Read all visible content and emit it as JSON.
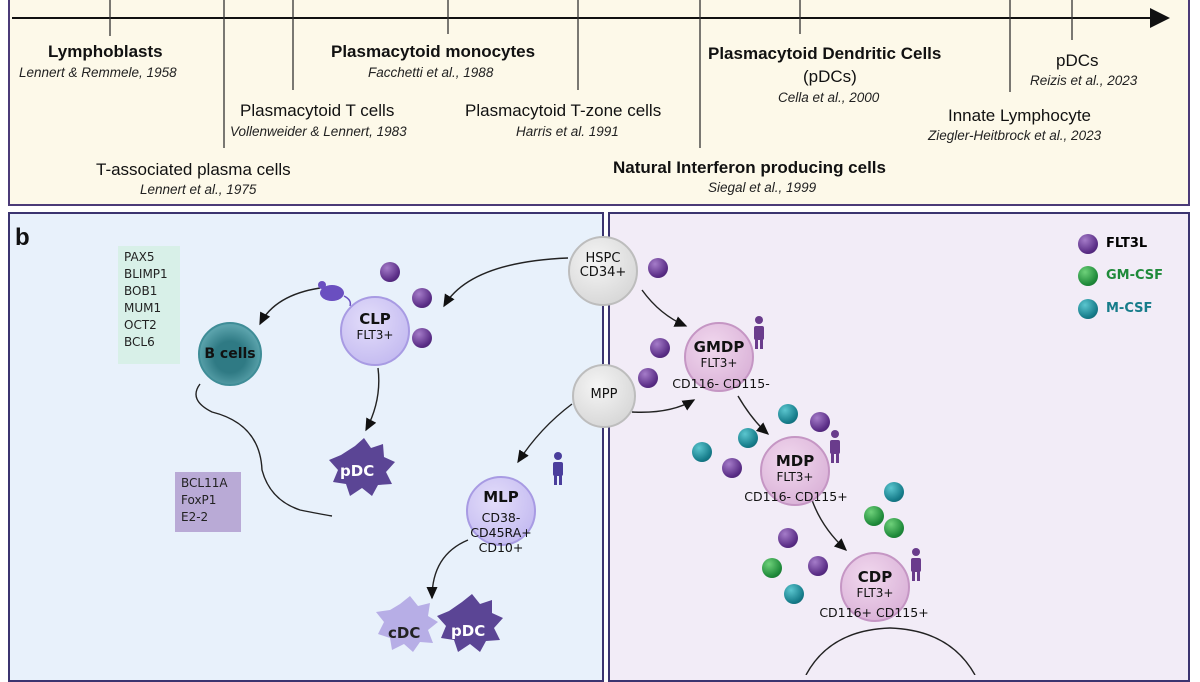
{
  "panel_a": {
    "events": [
      {
        "title": "Lymphoblasts",
        "cite": "Lennert & Remmele, 1958"
      },
      {
        "title": "T-associated plasma cells",
        "cite": "Lennert et al., 1975"
      },
      {
        "title": "Plasmacytoid T cells",
        "cite": "Vollenweider & Lennert, 1983"
      },
      {
        "title": "Plasmacytoid monocytes",
        "cite": "Facchetti et al., 1988"
      },
      {
        "title": "Plasmacytoid T-zone cells",
        "cite": "Harris et al. 1991"
      },
      {
        "title": "Natural Interferon producing cells",
        "cite": "Siegal et al., 1999"
      },
      {
        "title": "Plasmacytoid Dendritic Cells",
        "title2": "(pDCs)",
        "cite": "Cella et al., 2000"
      },
      {
        "title": "Innate Lymphocyte",
        "cite": "Ziegler-Heitbrock et al., 2023"
      },
      {
        "title": "pDCs",
        "cite": "Reizis et al., 2023"
      }
    ]
  },
  "panel_b": {
    "label": "b",
    "bcell_genes": [
      "PAX5",
      "BLIMP1",
      "BOB1",
      "MUM1",
      "OCT2",
      "BCL6"
    ],
    "pdc_genes": [
      "BCL11A",
      "FoxP1",
      "E2-2"
    ],
    "cells": {
      "hspc": {
        "name": "HSPC",
        "marker": "CD34+"
      },
      "clp": {
        "name": "CLP",
        "marker": "FLT3+"
      },
      "bcells": {
        "name": "B cells"
      },
      "pdc_left": {
        "name": "pDC"
      },
      "mpp": {
        "name": "MPP"
      },
      "mlp": {
        "name": "MLP",
        "markers": [
          "CD38-",
          "CD45RA+",
          "CD10+"
        ]
      },
      "cdc": {
        "name": "cDC"
      },
      "pdc_bottom": {
        "name": "pDC"
      },
      "gmdp": {
        "name": "GMDP",
        "marker": "FLT3+",
        "sub": "CD116- CD115-"
      },
      "mdp": {
        "name": "MDP",
        "marker": "FLT3+",
        "sub": "CD116- CD115+"
      },
      "cdp": {
        "name": "CDP",
        "marker": "FLT3+",
        "sub": "CD116+ CD115+"
      }
    },
    "legend": [
      {
        "label": "FLT3L",
        "color": "#5a2d86"
      },
      {
        "label": "GM-CSF",
        "color": "#1f8a3a"
      },
      {
        "label": "M-CSF",
        "color": "#167c8a"
      }
    ]
  }
}
